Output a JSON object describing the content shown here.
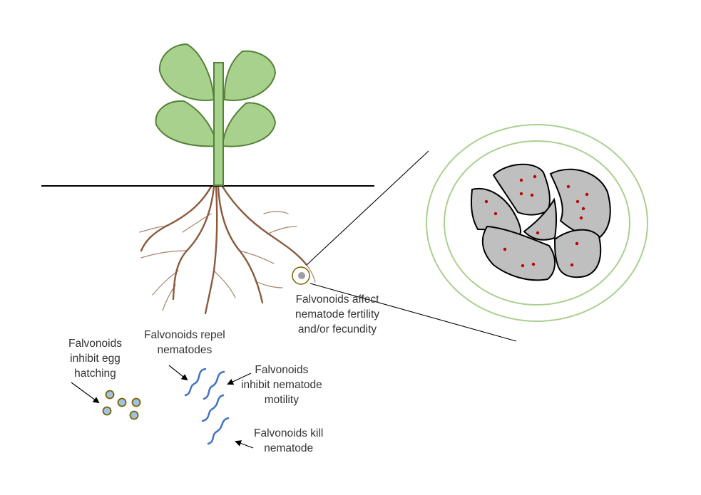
{
  "colors": {
    "leaf_fill": "#a9d18e",
    "leaf_stroke": "#548235",
    "root": "#8b5a3c",
    "soil_line": "#000000",
    "nematode": "#4472c4",
    "egg_fill": "#9dc3e6",
    "egg_stroke": "#7f6000",
    "gall_circle": "#a9d18e",
    "cell_fill": "#bfbfbf",
    "cell_stroke": "#000000",
    "cell_dot": "#c00000",
    "text": "#333333"
  },
  "labels": {
    "fertility": [
      "Falvonoids affect",
      "nematode fertility",
      "and/or fecundity"
    ],
    "egg_hatching": [
      "Falvonoids",
      "inhibit egg",
      "hatching"
    ],
    "repel": [
      "Falvonoids repel",
      "nematodes"
    ],
    "motility": [
      "Falvonoids",
      "inhibit nematode",
      "motility"
    ],
    "kill": [
      "Falvonoids kill",
      "nematode"
    ]
  }
}
